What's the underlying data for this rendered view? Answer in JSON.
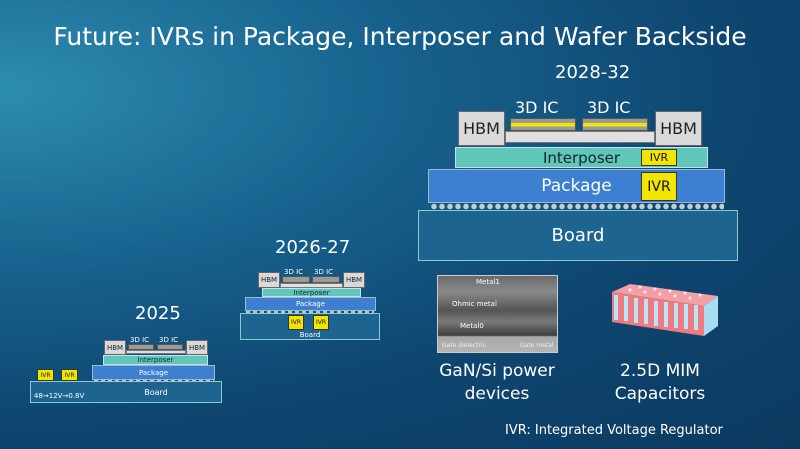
{
  "title": "Future: IVRs in Package, Interposer and Wafer Backside",
  "stacks": {
    "y2025": {
      "year": "2025",
      "hbm": "HBM",
      "chip": "3D IC",
      "interposer": "Interposer",
      "package": "Package",
      "board": "Board",
      "ivr": "IVR",
      "voltage": "48→12V→0.8V"
    },
    "y2026": {
      "year": "2026-27",
      "hbm": "HBM",
      "chip": "3D IC",
      "interposer": "Interposer",
      "package": "Package",
      "board": "Board",
      "ivr": "IVR"
    },
    "y2028": {
      "year": "2028-32",
      "hbm": "HBM",
      "chip": "3D IC",
      "interposer": "Interposer",
      "package": "Package",
      "board": "Board",
      "ivr": "IVR"
    }
  },
  "gan_image": {
    "labels": [
      "Metal1",
      "Ohmic metal",
      "Metal0",
      "Gate dielectric",
      "Gate metal"
    ],
    "caption_line1": "GaN/Si power",
    "caption_line2": "devices"
  },
  "mim": {
    "caption_line1": "2.5D MIM",
    "caption_line2": "Capacitors"
  },
  "footnote": "IVR: Integrated Voltage Regulator",
  "colors": {
    "ivr": "#f2e600",
    "interposer": "#5fc6b8",
    "package": "#3d7fd0",
    "board": "#1d6590"
  }
}
